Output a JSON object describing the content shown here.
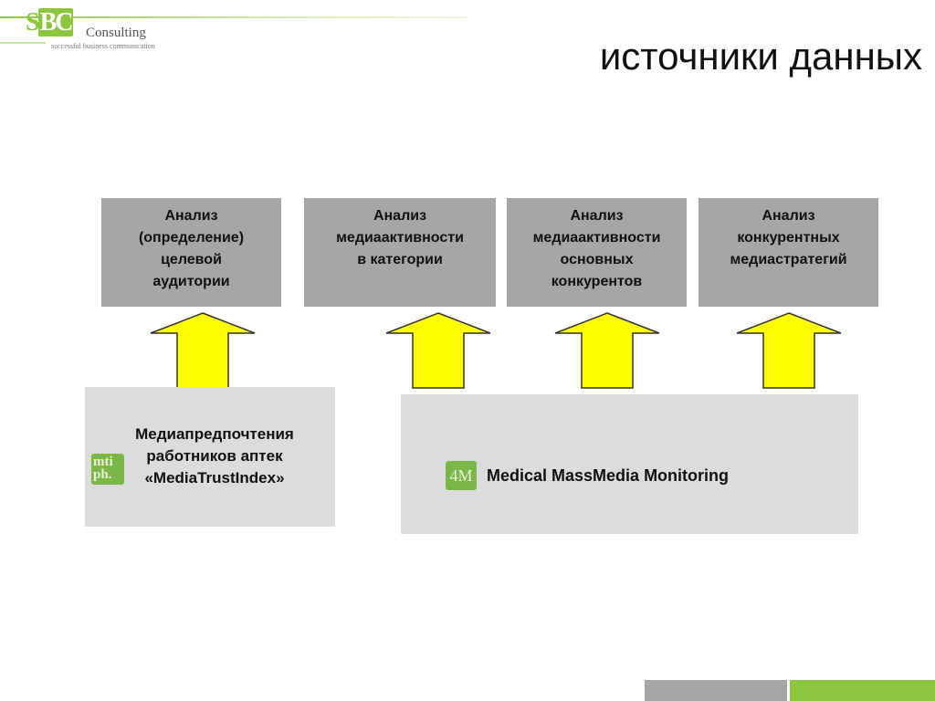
{
  "logo": {
    "mark_s": "S",
    "mark_b": "BC",
    "name": "Consulting",
    "tagline": "successful business communication"
  },
  "title": "источники данных",
  "boxes": [
    {
      "text": "Анализ\n(определение)\nцелевой\nаудитории"
    },
    {
      "text": "Анализ\nмедиаактивности\nв категории"
    },
    {
      "text": "Анализ\nмедиаактивности\nосновных\nконкурентов"
    },
    {
      "text": "Анализ\nконкурентных\nмедиастратегий"
    }
  ],
  "sources": {
    "left": {
      "text": "Медиапредпочтения\nработников аптек\n«MediaTrustIndex»",
      "icon": "mti\nph."
    },
    "right": {
      "text": "Medical MassMedia Monitoring",
      "icon": "4M"
    }
  },
  "colors": {
    "box": "#a6a6a6",
    "source": "#dcdcdc",
    "arrow_fill": "#ffff00",
    "accent": "#8cc63f"
  }
}
